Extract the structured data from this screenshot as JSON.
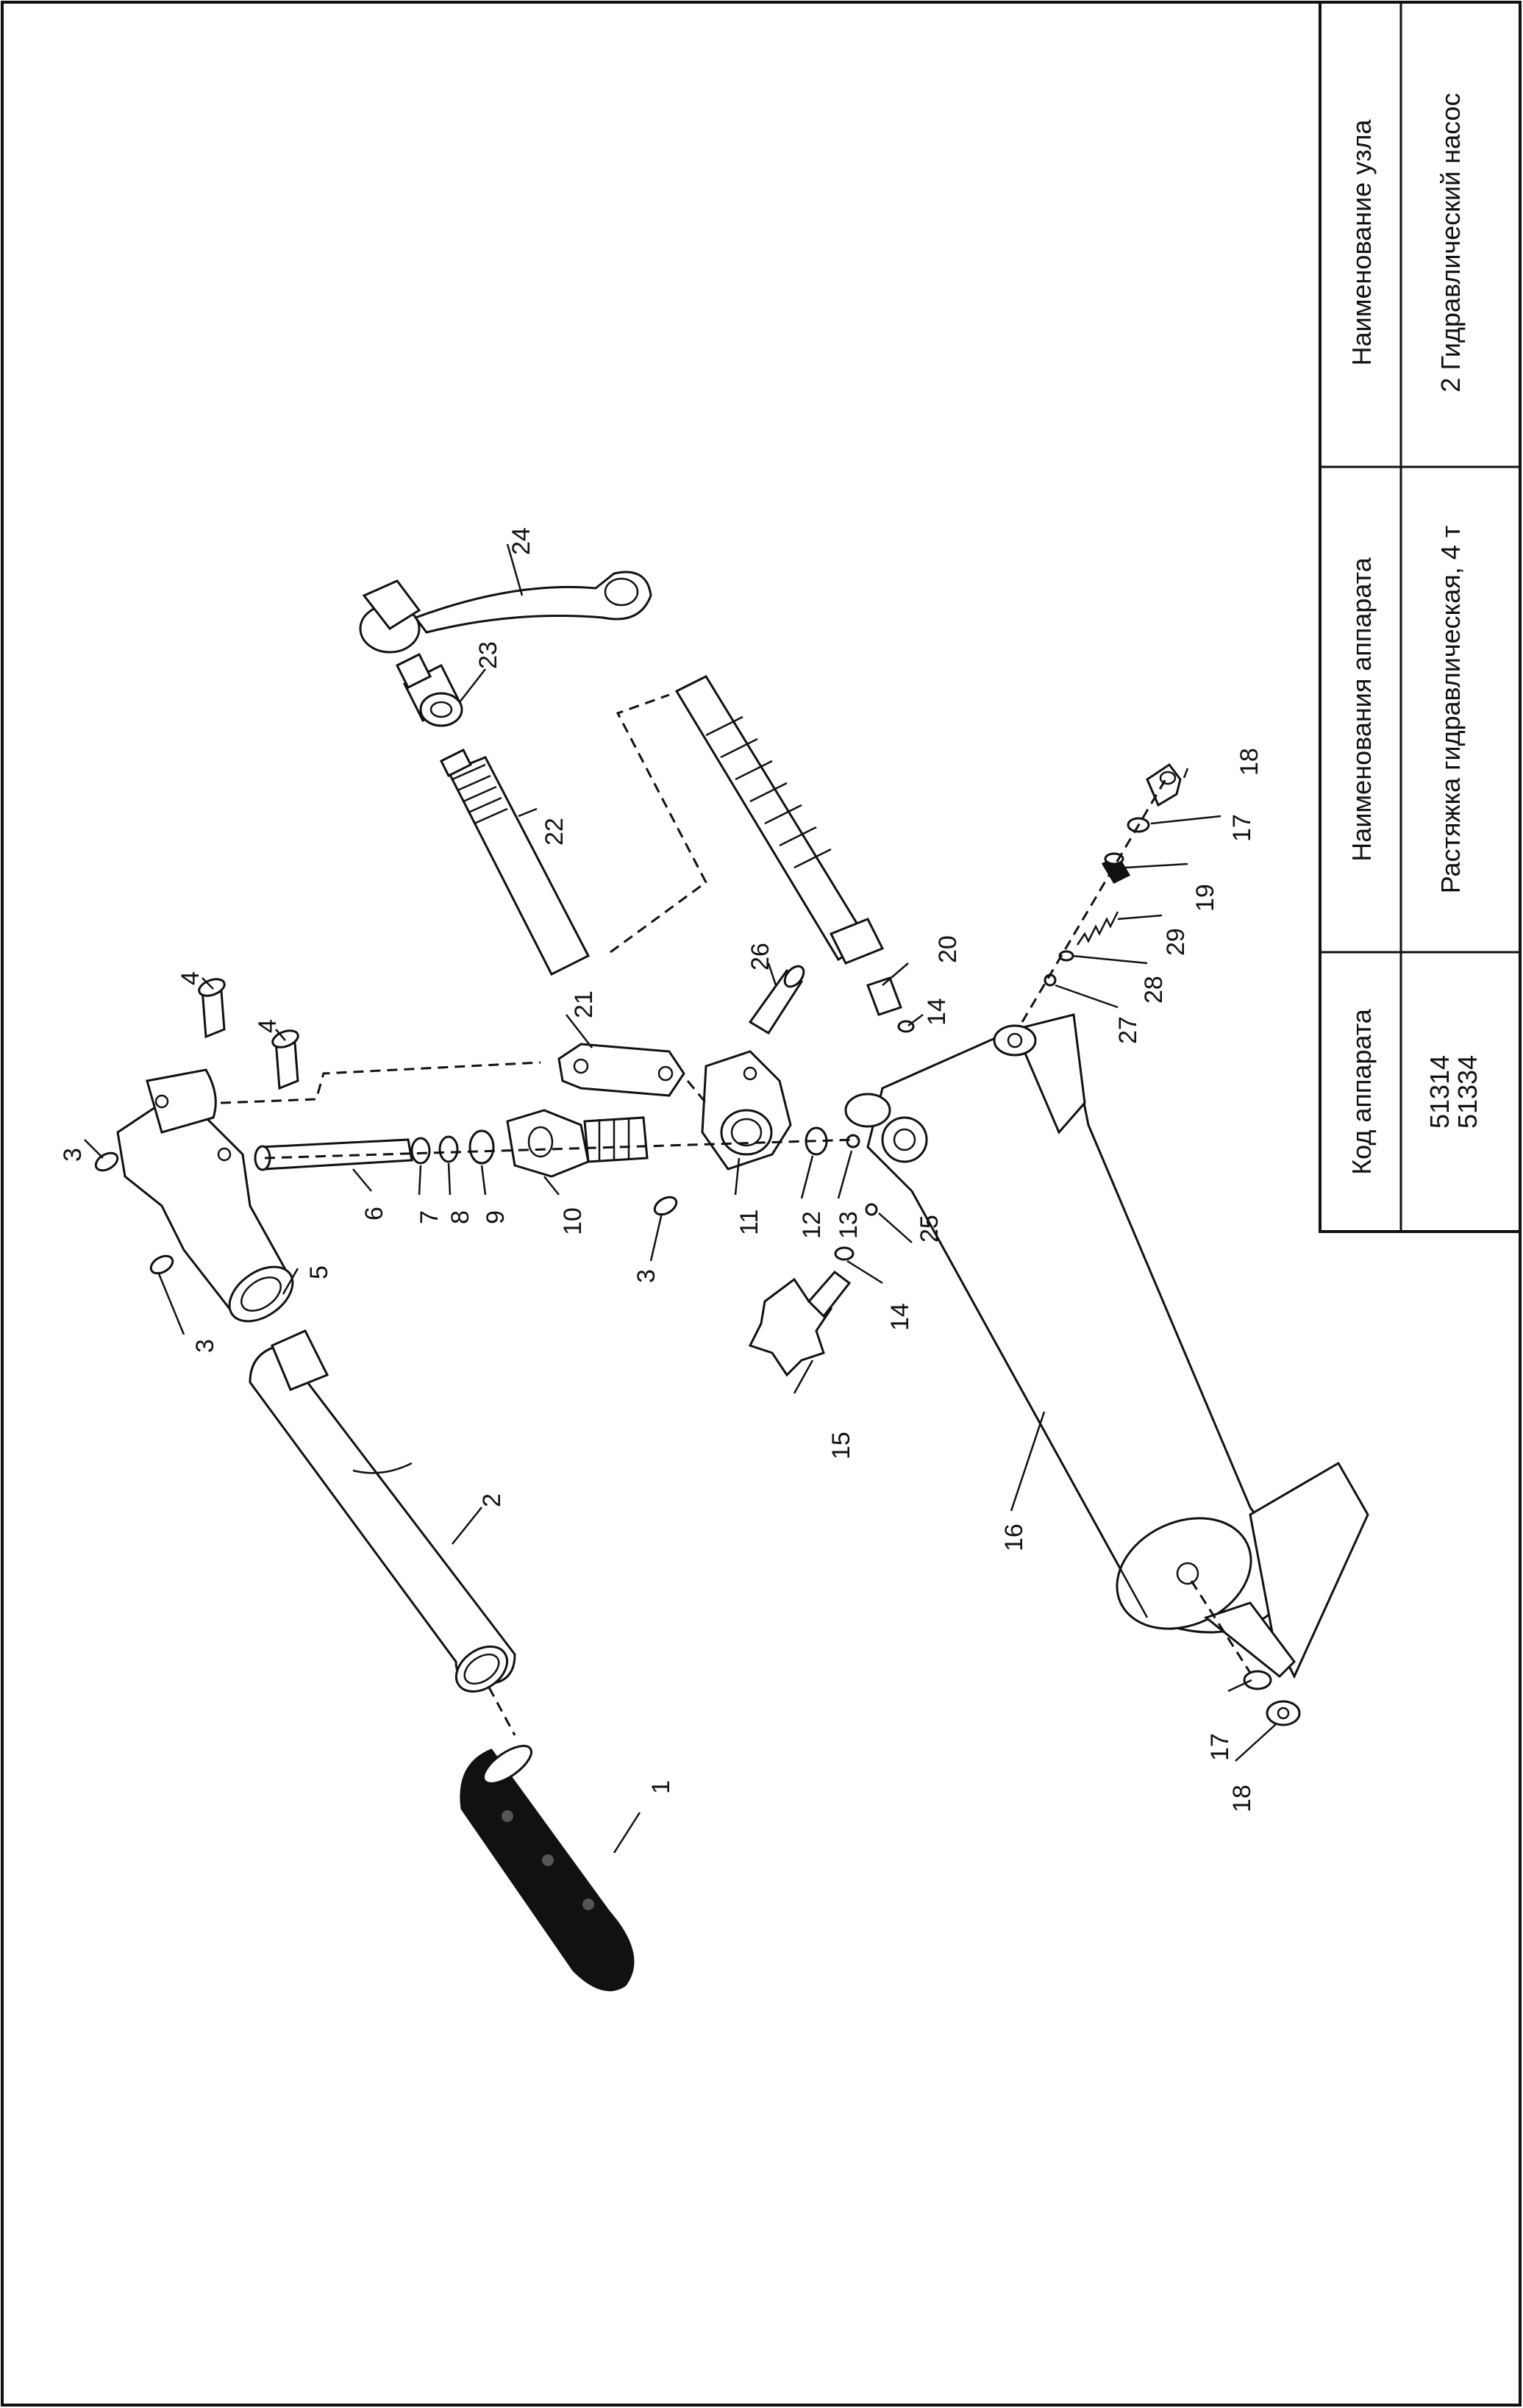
{
  "title_block": {
    "col_code_header": "Код аппарата",
    "col_device_header": "Наименования аппарата",
    "col_unit_header": "Наименование узла",
    "code_1": "51314",
    "code_2": "51334",
    "device_name": "Растяжка гидравлическая, 4 т",
    "unit_name": "2 Гидравлический насос"
  },
  "callouts": {
    "p1": "1",
    "p2": "2",
    "p3a": "3",
    "p3b": "3",
    "p3c": "3",
    "p4a": "4",
    "p4b": "4",
    "p5": "5",
    "p6": "6",
    "p7": "7",
    "p8": "8",
    "p9": "9",
    "p10": "10",
    "p11": "11",
    "p12": "12",
    "p13": "13",
    "p14a": "14",
    "p14b": "14",
    "p15": "15",
    "p16": "16",
    "p17a": "17",
    "p17b": "17",
    "p18a": "18",
    "p18b": "18",
    "p19": "19",
    "p20": "20",
    "p21": "21",
    "p22": "22",
    "p23": "23",
    "p24": "24",
    "p25": "25",
    "p26": "26",
    "p27": "27",
    "p28": "28",
    "p29": "29"
  }
}
